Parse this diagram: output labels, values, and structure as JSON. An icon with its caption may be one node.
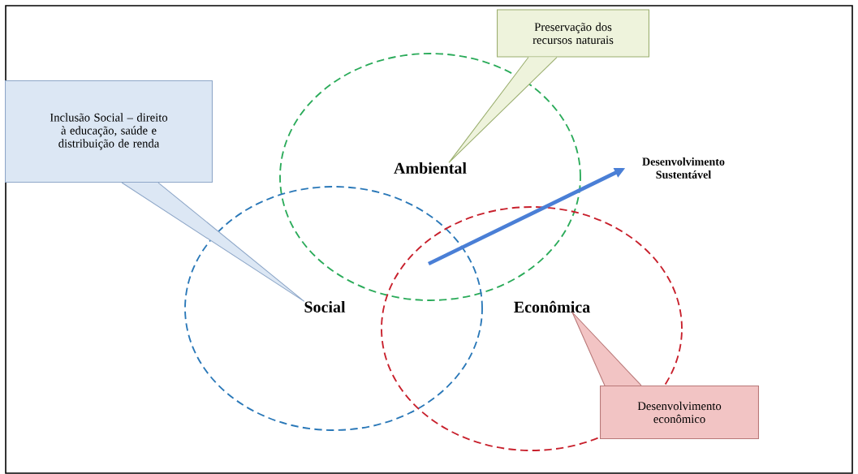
{
  "diagram": {
    "nodes": [
      {
        "text": [
          "Preservação dos recursos naturais"
        ]
      },
      {
        "text": [
          "Inclusão Social – direito à educação, saúde e distribuição de renda"
        ]
      },
      {
        "text": [],
        "shape": "circle"
      },
      {
        "text": [
          "Ambiental"
        ],
        "in": 2
      },
      {
        "text": [
          "Desenvolvimento Sustentável"
        ]
      },
      {
        "text": [],
        "shape": "circle"
      },
      {
        "text": [
          "Social"
        ],
        "in": 5
      },
      {
        "text": [],
        "shape": "circle"
      },
      {
        "text": [
          "Econômica"
        ],
        "in": 7
      },
      {
        "text": [
          "Desenvolvimento econômico"
        ]
      }
    ],
    "edges": [
      {
        "from": 0,
        "to": 3,
        "arrow": "none"
      },
      {
        "from": 1,
        "to": 6,
        "arrow": "none"
      },
      {
        "from": 9,
        "to": 8,
        "arrow": "none"
      },
      {
        "from": null,
        "to": 4,
        "arrow": "to",
        "style": "thick",
        "color": "#4a7fd6"
      }
    ]
  }
}
